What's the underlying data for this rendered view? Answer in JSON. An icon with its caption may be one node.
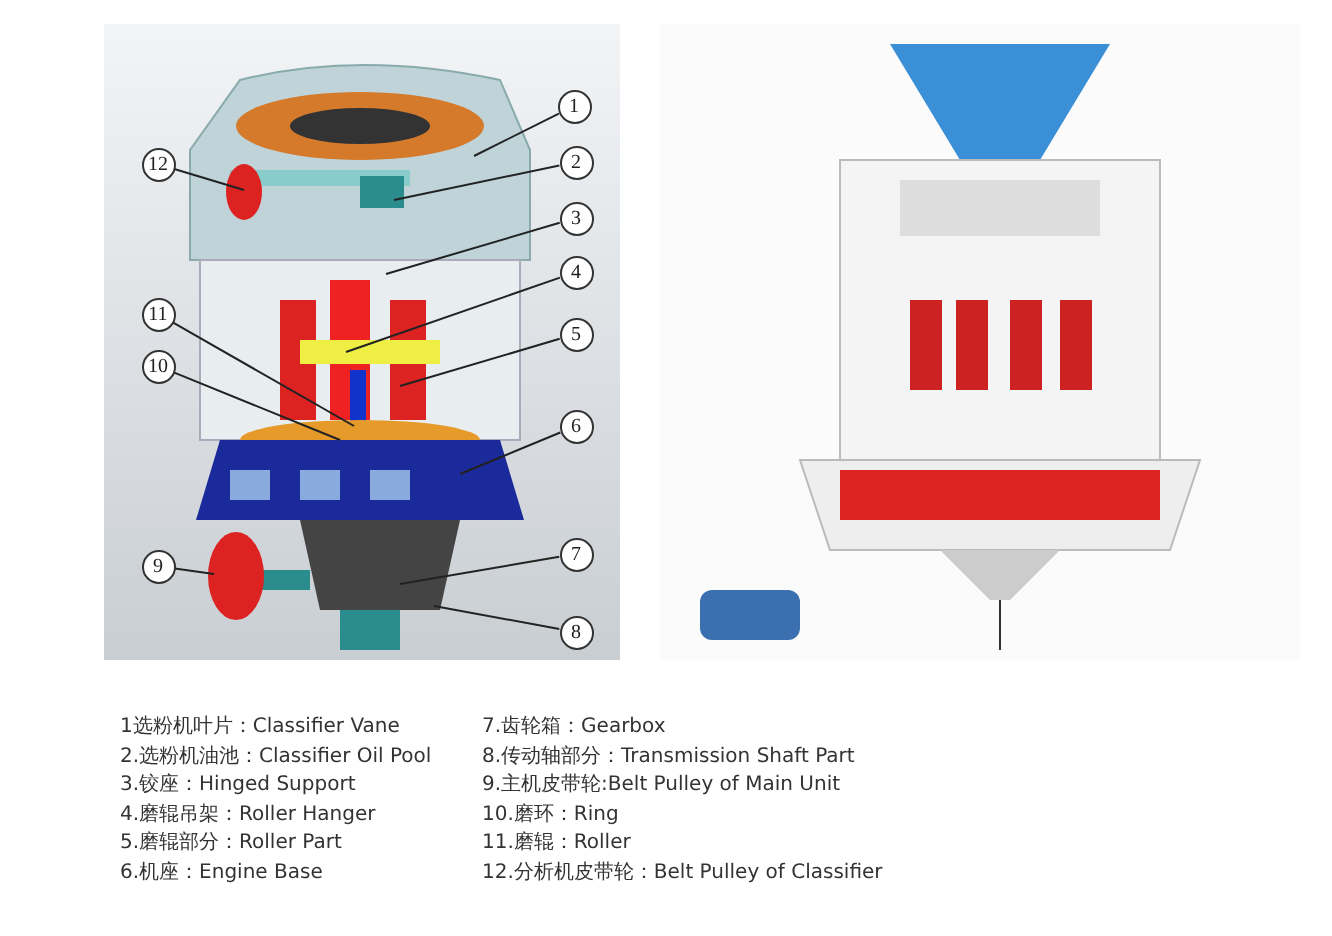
{
  "diagram": {
    "nodes": [
      {
        "text": [
          "1"
        ]
      },
      {
        "text": [
          "2"
        ]
      },
      {
        "text": [
          "3"
        ]
      },
      {
        "text": [
          "4"
        ]
      },
      {
        "text": [
          "5"
        ]
      },
      {
        "text": [
          "6"
        ]
      },
      {
        "text": [
          "7"
        ]
      },
      {
        "text": [
          "8"
        ]
      },
      {
        "text": [
          "9"
        ]
      },
      {
        "text": [
          "10"
        ]
      },
      {
        "text": [
          "11"
        ]
      },
      {
        "text": [
          "12"
        ]
      }
    ],
    "edges": [
      {
        "from": 0,
        "to": null,
        "arrow": "none"
      },
      {
        "from": 1,
        "to": null,
        "arrow": "none"
      },
      {
        "from": 2,
        "to": null,
        "arrow": "none"
      },
      {
        "from": 3,
        "to": null,
        "arrow": "none"
      },
      {
        "from": 4,
        "to": null,
        "arrow": "none"
      },
      {
        "from": 5,
        "to": null,
        "arrow": "none"
      },
      {
        "from": 6,
        "to": null,
        "arrow": "none"
      },
      {
        "from": 7,
        "to": null,
        "arrow": "none"
      },
      {
        "from": 8,
        "to": null,
        "arrow": "none"
      },
      {
        "from": 9,
        "to": null,
        "arrow": "none"
      },
      {
        "from": 10,
        "to": null,
        "arrow": "none"
      },
      {
        "from": 11,
        "to": null,
        "arrow": "none"
      }
    ],
    "labels": [
      "1选粉机叶片：Classifier Vane",
      "2.选粉机油池：Classifier Oil Pool",
      "3.铰座：Hinged Support",
      "4.磨辊吊架：Roller Hanger",
      "5.磨辊部分：Roller Part",
      "6.机座：Engine Base",
      "7.齿轮箱：Gearbox",
      "8.传动轴部分：Transmission Shaft Part",
      "9.主机皮带轮:Belt Pulley of Main Unit",
      "10.磨环：Ring",
      "11.磨辊：Roller",
      "12.分析机皮带轮：Belt Pulley of Classifier"
    ]
  }
}
